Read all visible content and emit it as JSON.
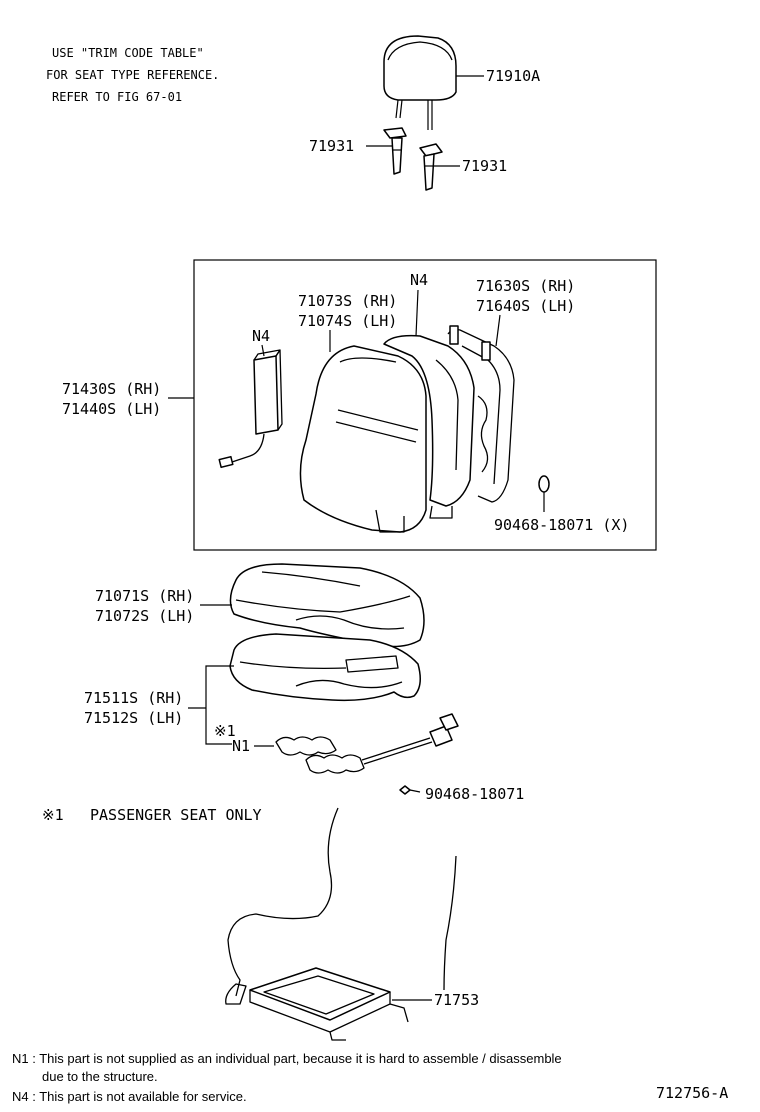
{
  "notes": {
    "line1": "USE \"TRIM CODE TABLE\"",
    "line2": "FOR SEAT TYPE REFERENCE.",
    "line3": "REFER TO FIG 67-01"
  },
  "parts": {
    "headrest": "71910A",
    "headrest_support_left": "71931",
    "headrest_support_right": "71931",
    "back_frame_n4": "N4",
    "back_frame_rh": "71630S (RH)",
    "back_frame_lh": "71640S (LH)",
    "back_cover_rh": "71073S (RH)",
    "back_cover_lh": "71074S (LH)",
    "airbag_n4": "N4",
    "seatback_assy_rh": "71430S (RH)",
    "seatback_assy_lh": "71440S (LH)",
    "back_clip": "90468-18071 (X)",
    "cushion_cover_rh": "71071S (RH)",
    "cushion_cover_lh": "71072S (LH)",
    "cushion_pad_rh": "71511S (RH)",
    "cushion_pad_lh": "71512S (LH)",
    "sensor_mark": "※1",
    "sensor_n1": "N1",
    "cushion_clip": "90468-18071",
    "cushion_shield": "71753"
  },
  "passenger_note": {
    "mark": "※1",
    "text": "PASSENGER SEAT ONLY"
  },
  "footnotes": {
    "n1_line1": "N1 : This part is not supplied as an individual part, because it is hard to assemble / disassemble",
    "n1_line2": "due to the structure.",
    "n4": "N4 : This part is not available for service."
  },
  "figure_id": "712756-A"
}
